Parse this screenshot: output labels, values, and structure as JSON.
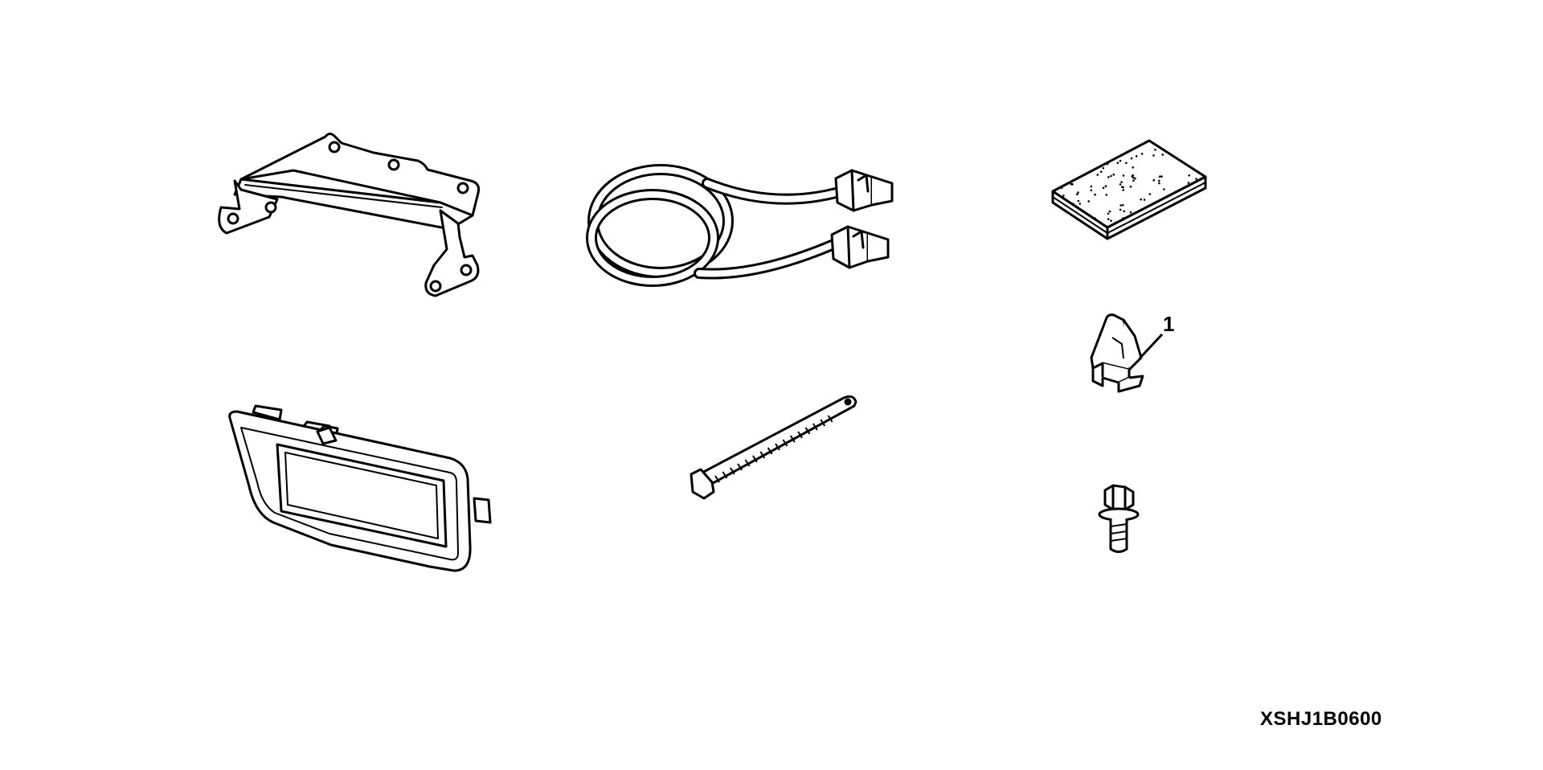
{
  "diagram": {
    "callout": {
      "label": "1"
    },
    "code": "XSHJ1B0600"
  },
  "parts": [
    {
      "id": "mounting-bracket",
      "icon": "bracket-icon"
    },
    {
      "id": "wire-harness",
      "icon": "harness-icon"
    },
    {
      "id": "foam-pad",
      "icon": "foam-pad-icon"
    },
    {
      "id": "clip",
      "icon": "clip-icon"
    },
    {
      "id": "bezel-panel",
      "icon": "bezel-icon"
    },
    {
      "id": "cable-tie",
      "icon": "cable-tie-icon"
    },
    {
      "id": "bolt",
      "icon": "bolt-icon"
    }
  ],
  "colors": {
    "line": "#000000",
    "background": "#ffffff"
  }
}
